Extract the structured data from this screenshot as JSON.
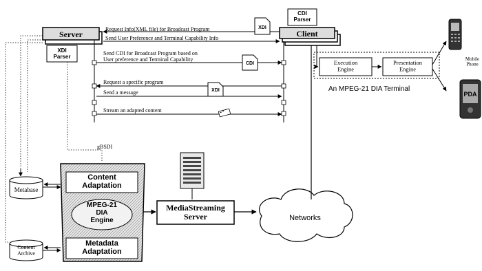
{
  "nodes": {
    "server": "Server",
    "xdi_parser_server": "XDI\nParser",
    "cdi_parser_client": "CDI\nParser",
    "client": "Client",
    "execution_engine": "Execution\nEngine",
    "presentation_engine": "Presentation\nEngine",
    "terminal_caption": "An MPEG-21 DIA Terminal",
    "mobile_phone": "Mobile\nPhone",
    "pda": "PDA",
    "metabase": "Metabase",
    "content_archive": "Content\nArchive",
    "content_adaptation": "Content\nAdaptation",
    "mpeg21_dia_engine": "MPEG-21\nDIA\nEngine",
    "metadata_adaptation": "Metadata\nAdaptation",
    "media_streaming_server": "MediaStreaming\nServer",
    "networks": "Networks",
    "gbsdi": "gBSDI"
  },
  "messages": {
    "request_info": "Request Info(XML file) for Broadcast Program",
    "send_user_pref": "Send User Preference and Terminal Capability Info",
    "send_cdi": "Send CDI for Broadcast Program based on\nUser preference and Terminal Capability",
    "request_specific": "Request a specific program",
    "send_message": "Send a message",
    "stream_content": "Stream an adapted content"
  },
  "doc_tags": {
    "xdi_top": "XDI",
    "cdi_mid": "CDI",
    "xdi_low": "XDI"
  }
}
